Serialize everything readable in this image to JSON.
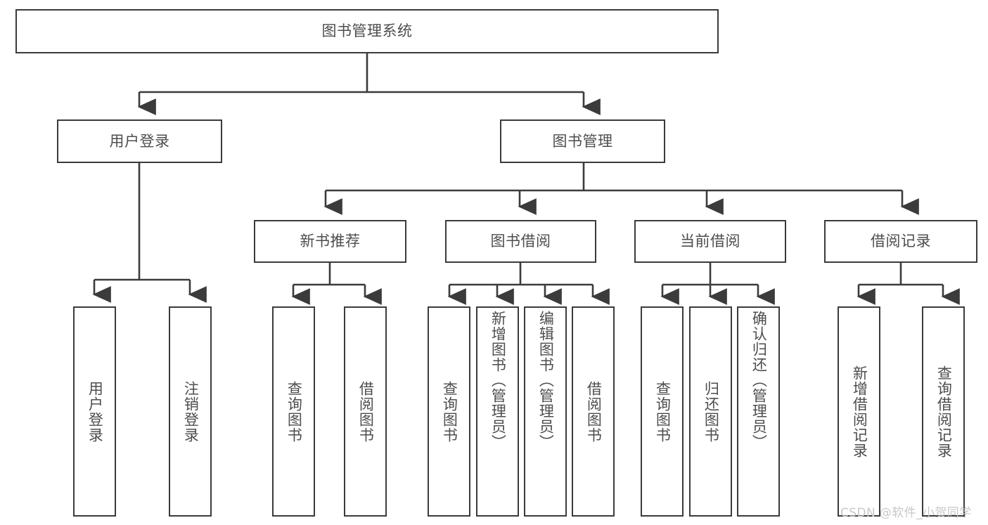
{
  "diagram": {
    "title": "图书管理系统",
    "type": "hierarchy-tree",
    "background_color": "#ffffff",
    "border_color": "#3b3b3b",
    "text_color": "#4d4d4d"
  },
  "nodes": {
    "root": {
      "label": "图书管理系统"
    },
    "level2": [
      {
        "label": "用户登录"
      },
      {
        "label": "图书管理"
      }
    ],
    "level3": [
      {
        "label": "新书推荐"
      },
      {
        "label": "图书借阅"
      },
      {
        "label": "当前借阅"
      },
      {
        "label": "借阅记录"
      }
    ],
    "leaves": {
      "user_login": [
        {
          "label": "用户登录"
        },
        {
          "label": "注销登录"
        }
      ],
      "new_book_recommend": [
        {
          "label": "查询图书"
        },
        {
          "label": "借阅图书"
        }
      ],
      "book_borrow": [
        {
          "label": "查询图书"
        },
        {
          "label": "新增图书（管理员）"
        },
        {
          "label": "编辑图书（管理员）"
        },
        {
          "label": "借阅图书"
        }
      ],
      "current_borrow": [
        {
          "label": "查询图书"
        },
        {
          "label": "归还图书"
        },
        {
          "label": "确认归还（管理员）"
        }
      ],
      "borrow_record": [
        {
          "label": "新增借阅记录"
        },
        {
          "label": "查询借阅记录"
        }
      ]
    }
  },
  "watermark": {
    "text": "CSDN @软件_小贺同学"
  }
}
